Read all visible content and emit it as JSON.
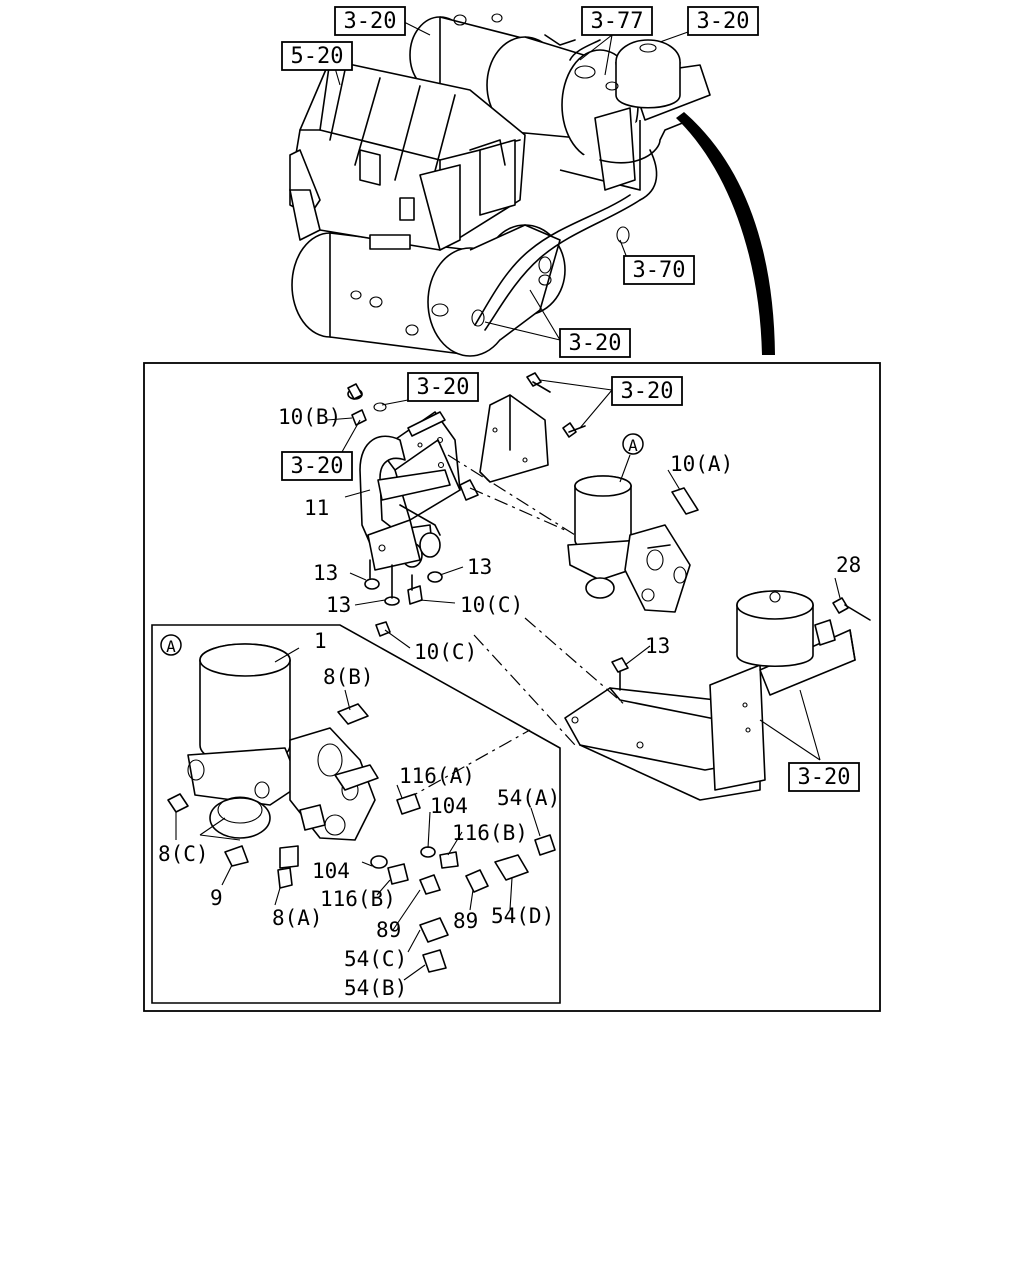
{
  "labels": {
    "ref_a": "3-20",
    "ref_b": "5-20",
    "ref_c": "3-77",
    "ref_d": "3-20",
    "ref_e": "3-70",
    "ref_f": "3-20",
    "ref_g": "3-20",
    "ref_h": "3-20",
    "ref_i": "3-20",
    "ref_j": "3-20",
    "p10b": "10(B)",
    "p11": "11",
    "p13a": "13",
    "p13b": "13",
    "p13c": "13",
    "p13d": "13",
    "p10a": "10(A)",
    "p10c1": "10(C)",
    "p10c2": "10(C)",
    "p28": "28",
    "circleA_top": "A",
    "circleA_inset": "A",
    "p1": "1",
    "p8b": "8(B)",
    "p8c": "8(C)",
    "p9": "9",
    "p8a": "8(A)",
    "p116a": "116(A)",
    "p104a": "104",
    "p116b1": "116(B)",
    "p104b": "104",
    "p116b2": "116(B)",
    "p54a": "54(A)",
    "p89a": "89",
    "p89b": "89",
    "p54d": "54(D)",
    "p54c": "54(C)",
    "p54b": "54(B)"
  }
}
